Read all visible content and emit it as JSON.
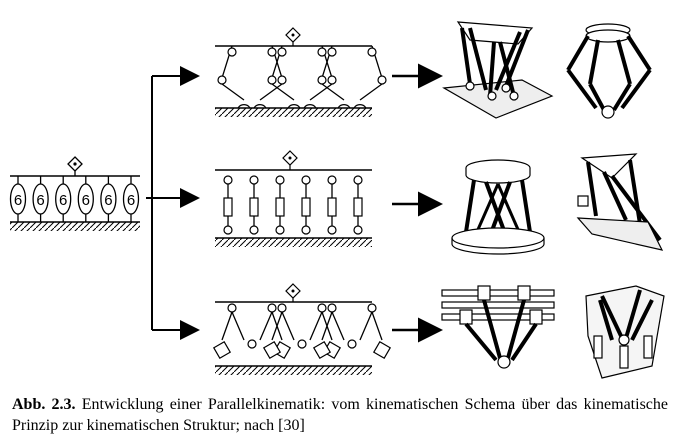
{
  "figure": {
    "leg_label": "6",
    "leg_count": 6,
    "caption_number": "Abb. 2.3.",
    "caption_text": "Entwicklung einer Parallelkinematik: vom kinematischen Schema über das kinematische Prinzip zur kinematischen Struktur; nach [30]"
  }
}
